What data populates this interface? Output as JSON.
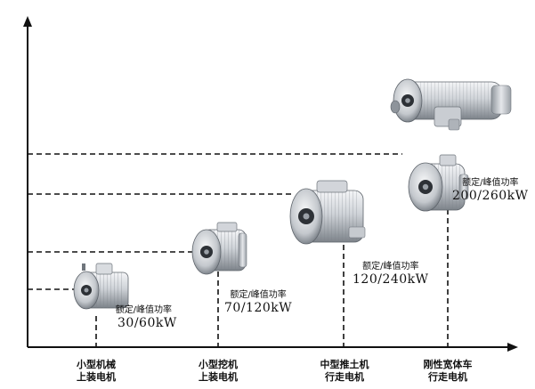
{
  "colors": {
    "axis": "#111111",
    "guide": "#111111",
    "metal_light": "#e4e6e9",
    "metal_mid": "#b6babf",
    "metal_dark": "#6f757c"
  },
  "motors": [
    {
      "name": "motor-small-machinery",
      "power_caption": "额定/峰值功率",
      "power_value": "30/60kW"
    },
    {
      "name": "motor-small-excavator",
      "power_caption": "额定/峰值功率",
      "power_value": "70/120kW"
    },
    {
      "name": "motor-medium-bulldozer",
      "power_caption": "额定/峰值功率",
      "power_value": "120/240kW"
    },
    {
      "name": "motor-rigid-wide-body-truck",
      "power_caption": "额定/峰值功率",
      "power_value": "200/260kW"
    }
  ],
  "categories": [
    {
      "line1": "小型机械",
      "line2": "上装电机"
    },
    {
      "line1": "小型挖机",
      "line2": "上装电机"
    },
    {
      "line1": "中型推土机",
      "line2": "行走电机"
    },
    {
      "line1": "刚性宽体车",
      "line2": "行走电机"
    }
  ]
}
